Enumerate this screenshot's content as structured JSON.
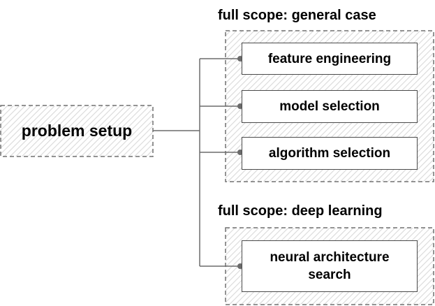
{
  "diagram": {
    "root": {
      "label": "problem setup"
    },
    "groups": [
      {
        "title": "full scope: general case",
        "items": [
          "feature engineering",
          "model selection",
          "algorithm selection"
        ]
      },
      {
        "title": "full scope: deep learning",
        "items": [
          "neural architecture\nsearch"
        ]
      }
    ]
  },
  "colors": {
    "line": "#6b6b6b",
    "box_border": "#4a4a4a",
    "dashed_border": "#707070",
    "hatch": "#d9d9d9"
  }
}
